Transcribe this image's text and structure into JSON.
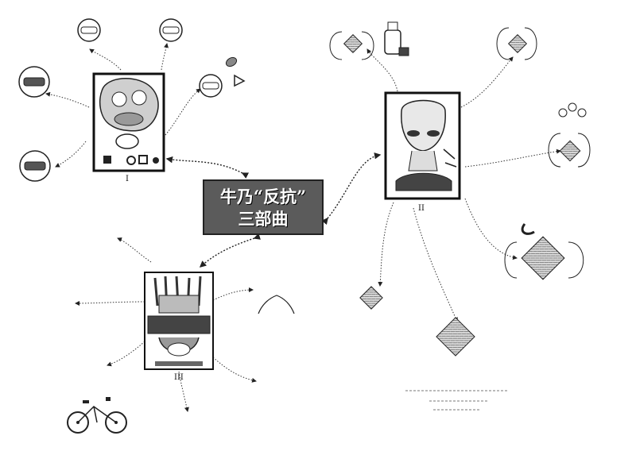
{
  "center": {
    "line1": "牛乃“反抗”",
    "line2": "三部曲"
  },
  "panels": [
    {
      "label": "I"
    },
    {
      "label": "II"
    },
    {
      "label": "III"
    }
  ],
  "colors": {
    "ink": "#222222",
    "center_fill": "#5b5b5b",
    "diamond_fill": "#cfcfcf"
  }
}
